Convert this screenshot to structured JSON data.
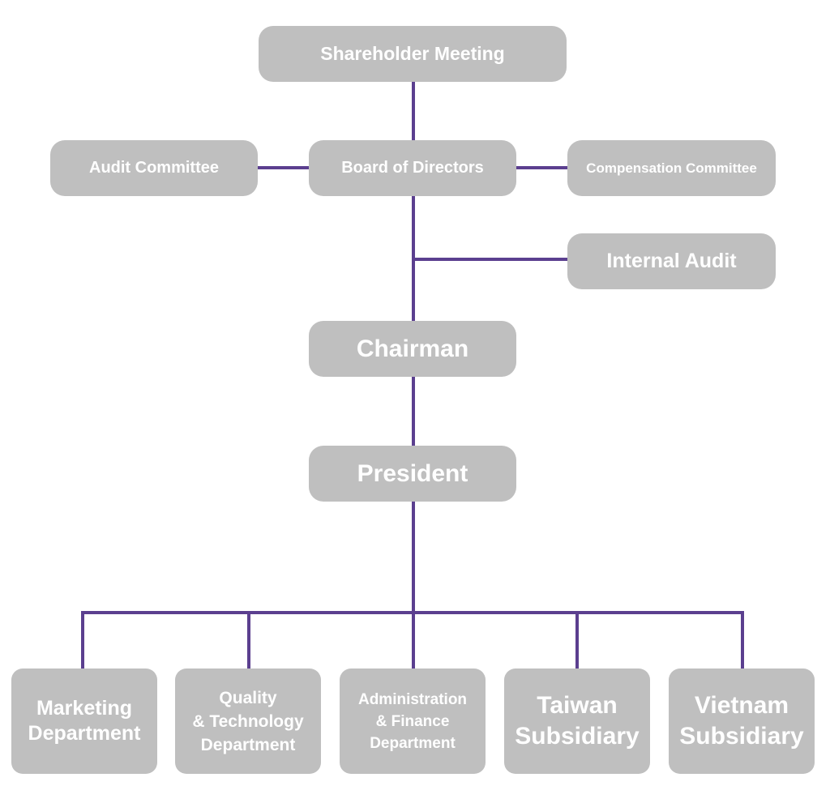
{
  "diagram": {
    "line_color": "#5b3f8f",
    "box_color": "#bfbfbf",
    "text_color": "#ffffff",
    "nodes": {
      "shareholder_meeting": "Shareholder Meeting",
      "audit_committee": "Audit Committee",
      "board_of_directors": "Board of Directors",
      "compensation_committee": "Compensation Committee",
      "internal_audit": "Internal Audit",
      "chairman": "Chairman",
      "president": "President"
    },
    "departments": [
      {
        "lines": [
          "Marketing",
          "Department"
        ]
      },
      {
        "lines": [
          "Quality",
          "& Technology",
          "Department"
        ]
      },
      {
        "lines": [
          "Administration",
          "& Finance",
          "Department"
        ]
      },
      {
        "lines": [
          "Taiwan",
          "Subsidiary"
        ]
      },
      {
        "lines": [
          "Vietnam",
          "Subsidiary"
        ]
      }
    ]
  }
}
